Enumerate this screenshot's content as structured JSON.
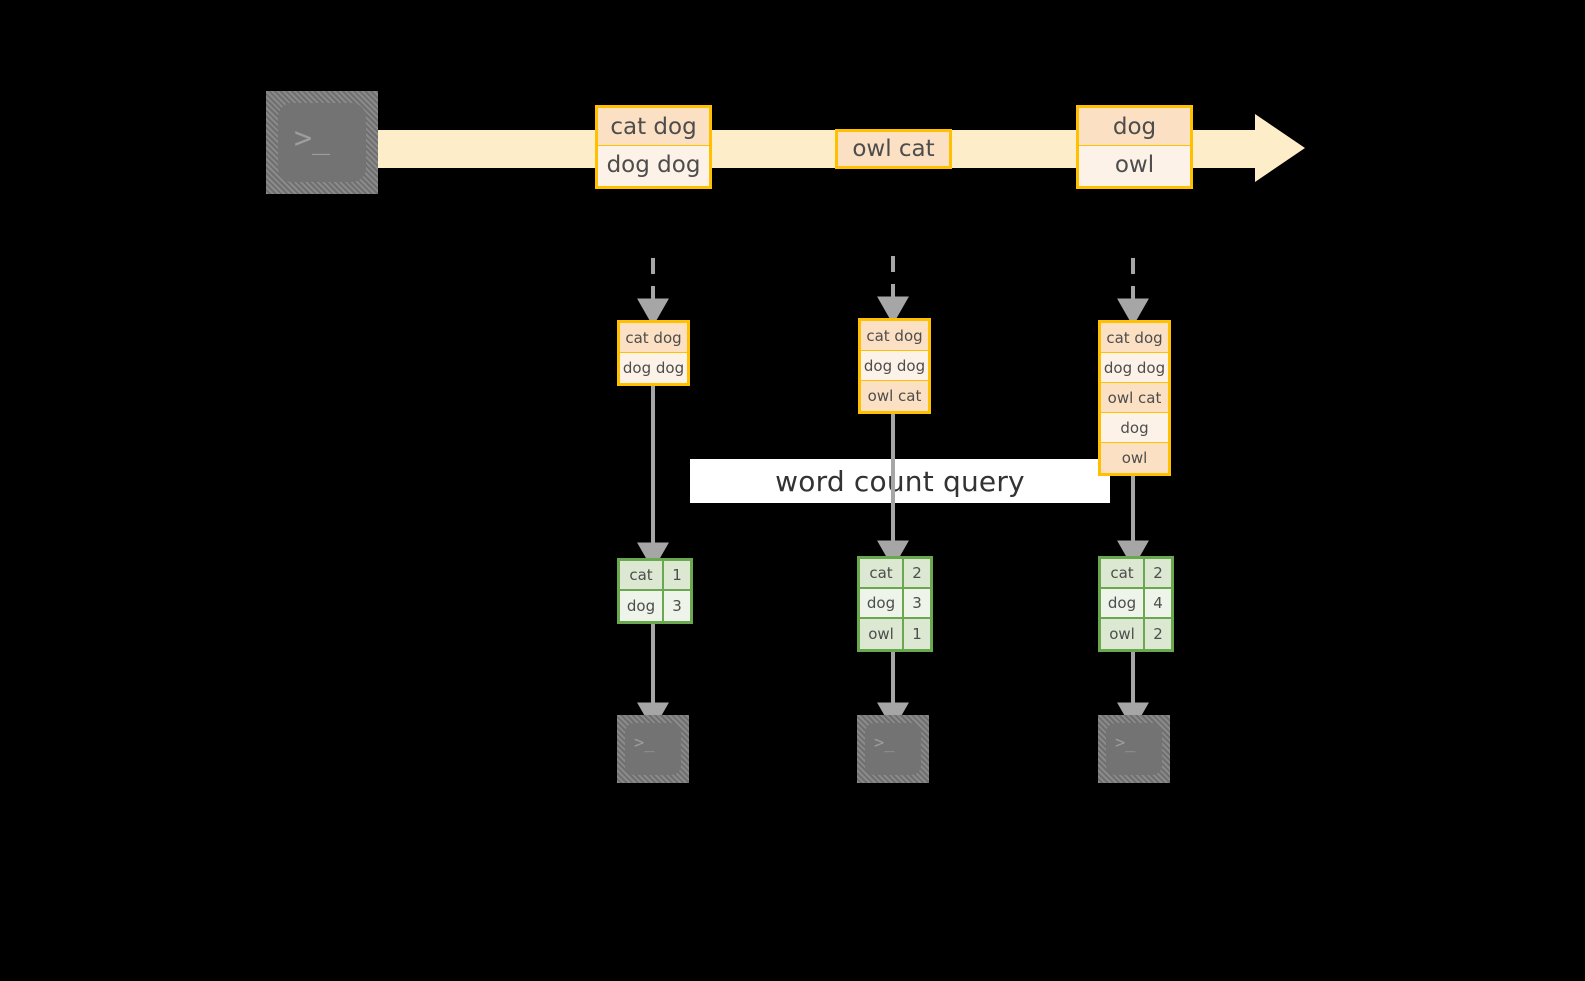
{
  "diagram": {
    "title": "word count query stream diagram",
    "background_color": "#000000",
    "palette": {
      "stream_band": "#fdedc9",
      "box_border": "#ffc000",
      "box_fill_dark": "#fbe0c3",
      "box_fill_light": "#fdf2e8",
      "table_border": "#6aa84f",
      "table_fill_dark": "#dde8d2",
      "table_fill_light": "#eef4ea",
      "arrow_gray": "#a6a6a6",
      "terminal_gray": "#737373",
      "query_band": "#ffffff"
    }
  },
  "source": {
    "icon": "terminal-icon",
    "glyph": ">_"
  },
  "stream": {
    "direction": "left-to-right",
    "messages": [
      {
        "id": "msg-1",
        "rows": [
          {
            "text": "cat dog",
            "shade": "dark"
          },
          {
            "text": "dog dog",
            "shade": "light"
          }
        ]
      },
      {
        "id": "msg-2",
        "rows": [
          {
            "text": "owl cat",
            "shade": "dark"
          }
        ]
      },
      {
        "id": "msg-3",
        "rows": [
          {
            "text": "dog",
            "shade": "dark"
          },
          {
            "text": "owl",
            "shade": "light"
          }
        ]
      }
    ]
  },
  "query": {
    "label": "word count query"
  },
  "snapshots": [
    {
      "id": "snapshot-1",
      "input_rows": [
        {
          "text": "cat dog",
          "shade": "dark"
        },
        {
          "text": "dog dog",
          "shade": "light"
        }
      ],
      "result_rows": [
        {
          "word": "cat",
          "count": "1",
          "shade": "dark"
        },
        {
          "word": "dog",
          "count": "3",
          "shade": "light"
        }
      ],
      "sink": {
        "icon": "terminal-icon",
        "glyph": ">_"
      }
    },
    {
      "id": "snapshot-2",
      "input_rows": [
        {
          "text": "cat dog",
          "shade": "dark"
        },
        {
          "text": "dog dog",
          "shade": "light"
        },
        {
          "text": "owl cat",
          "shade": "dark"
        }
      ],
      "result_rows": [
        {
          "word": "cat",
          "count": "2",
          "shade": "dark"
        },
        {
          "word": "dog",
          "count": "3",
          "shade": "light"
        },
        {
          "word": "owl",
          "count": "1",
          "shade": "dark"
        }
      ],
      "sink": {
        "icon": "terminal-icon",
        "glyph": ">_"
      }
    },
    {
      "id": "snapshot-3",
      "input_rows": [
        {
          "text": "cat dog",
          "shade": "dark"
        },
        {
          "text": "dog dog",
          "shade": "light"
        },
        {
          "text": "owl cat",
          "shade": "dark"
        },
        {
          "text": "dog",
          "shade": "light"
        },
        {
          "text": "owl",
          "shade": "dark"
        }
      ],
      "result_rows": [
        {
          "word": "cat",
          "count": "2",
          "shade": "dark"
        },
        {
          "word": "dog",
          "count": "4",
          "shade": "light"
        },
        {
          "word": "owl",
          "count": "2",
          "shade": "dark"
        }
      ],
      "sink": {
        "icon": "terminal-icon",
        "glyph": ">_"
      }
    }
  ]
}
